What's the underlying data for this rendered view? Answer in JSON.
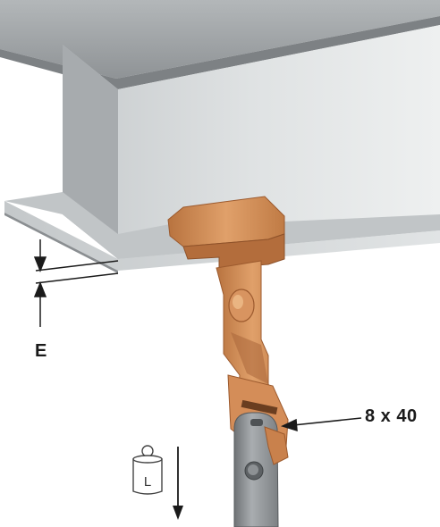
{
  "labels": {
    "thickness": "E",
    "slot_size": "8 x 40",
    "load": "L"
  },
  "icons": {
    "load": "weight-icon",
    "load_direction": "arrow-down-icon"
  },
  "colors": {
    "steel_light": "#d9dcdd",
    "steel_mid": "#b9bdbf",
    "steel_dark": "#9a9ea1",
    "clip_copper": "#d08a55",
    "clip_shadow": "#a9663a",
    "hanger_steel": "#8e9294",
    "ink": "#1a1a1a"
  }
}
